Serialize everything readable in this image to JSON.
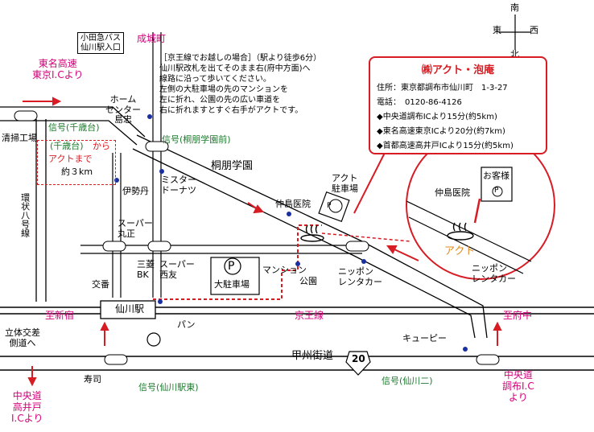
{
  "compass": {
    "south": "南",
    "east": "東",
    "west": "西",
    "north": "北"
  },
  "info_box": {
    "title": "㈱アクト・泡庵",
    "address": "住所：東京都調布市仙川町　1-3-27",
    "phone": "電話：　0120-86-4126",
    "route1": "◆中央道調布ICより15分(約5km)",
    "route2": "◆東名高速東京ICより20分(約7km)",
    "route3": "◆首都高速高井戸ICより15分(約5km)"
  },
  "walk_note": {
    "title": "［京王線でお越しの場合］（駅より徒歩6分）",
    "line1": "仙川駅改札を出てそのまま右(府中方面)へ",
    "line2": "線路に沿って歩いてください。",
    "line3": "左側の大駐車場の先のマンションを",
    "line4": "左に折れ、公園の先の広い車道を",
    "line5": "右に折れますとすぐ右手がアクトです。"
  },
  "labels": {
    "bus_stop": "小田急バス\n仙川駅入口",
    "seijo": "成城町",
    "tomei": "東名高速\n東京I.Cより",
    "home_center": "ホーム\nセンター\n島忠",
    "signal_sengokudai": "信号(千歳台)",
    "signal_toho": "信号(桐朋学園前)",
    "seiso": "清掃工場",
    "from_sengokudai_a": "(千歳台)",
    "from_sengokudai_b": "から",
    "from_sengokudai_c": "アクトまで",
    "from_sengokudai_d": "約３km",
    "kanjo": "環状八号線",
    "isetan": "伊勢丹",
    "mister_donut": "ミスター\nドーナツ",
    "toho_gakuen": "桐朋学園",
    "act_parking": "アクト\n駐車場",
    "nakajima": "仲島医院",
    "super_marusho": "スーパー\n丸正",
    "mitsubishi": "三菱\nBK",
    "super_seiyu": "スーパー\n西友",
    "big_parking": "大駐車場",
    "mansion": "マンション",
    "park": "公園",
    "nippon_rent": "ニッポン\nレンタカー",
    "koban": "交番",
    "sengawa_station": "仙川駅",
    "pan": "パン",
    "to_shinjuku": "至新宿",
    "keio_line": "京王線",
    "to_fuchu": "至府中",
    "rittai": "立体交差\n側道へ",
    "queue_b": "キューピー",
    "koshu": "甲州街道",
    "route_no": "20",
    "sushi": "寿司",
    "signal_sengawa_east": "信号(仙川駅東)",
    "signal_sengawa_2": "信号(仙川二)",
    "chuo_takaido": "中央道\n高井戸\nI.Cより",
    "chuo_chofu": "中央道\n調布I.C\nより",
    "inset_nakajima": "仲島医院",
    "inset_customer": "お客様",
    "inset_act": "アクト",
    "inset_nippon": "ニッポン\nレンタカー",
    "parking_mark": "P"
  }
}
